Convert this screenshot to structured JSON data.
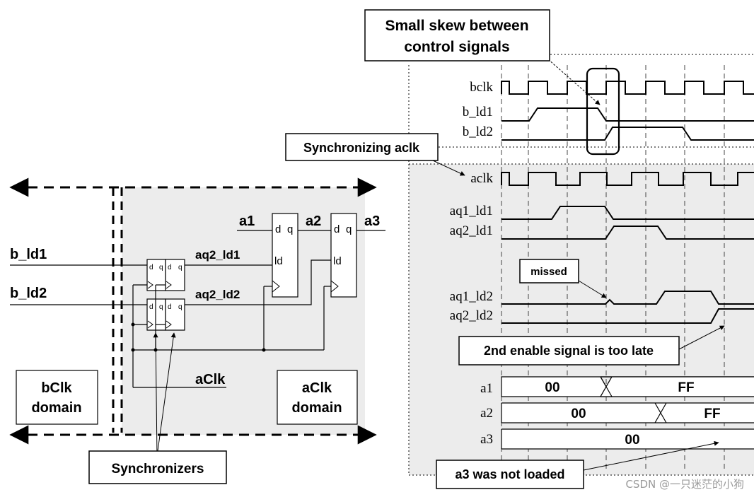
{
  "callouts": {
    "skew_line1": "Small skew between",
    "skew_line2": "control signals",
    "sync_aclk": "Synchronizing aclk",
    "missed": "missed",
    "second_enable": "2nd enable signal is too late",
    "a3_not_loaded": "a3 was not loaded",
    "synchronizers": "Synchronizers"
  },
  "signals": {
    "bclk": "bclk",
    "b_ld1": "b_ld1",
    "b_ld2": "b_ld2",
    "aclk": "aclk",
    "aq1_ld1": "aq1_ld1",
    "aq2_ld1": "aq2_ld1",
    "aq1_ld2": "aq1_ld2",
    "aq2_ld2": "aq2_ld2",
    "a1": "a1",
    "a2": "a2",
    "a3": "a3"
  },
  "bus_values": {
    "a1_before": "00",
    "a1_after": "FF",
    "a2_before": "00",
    "a2_after": "FF",
    "a3_value": "00"
  },
  "schematic": {
    "in_b_ld1": "b_ld1",
    "in_b_ld2": "b_ld2",
    "net_aq2_ld1": "aq2_ld1",
    "net_aq2_ld2": "aq2_ld2",
    "net_a1": "a1",
    "net_a2": "a2",
    "net_a3": "a3",
    "clk_label": "aClk",
    "ff_d": "d",
    "ff_q": "q",
    "ff_ld": "ld",
    "bclk_domain_1": "bClk",
    "bclk_domain_2": "domain",
    "aclk_domain_1": "aClk",
    "aclk_domain_2": "domain"
  },
  "watermark": "CSDN @一只迷茫的小狗"
}
